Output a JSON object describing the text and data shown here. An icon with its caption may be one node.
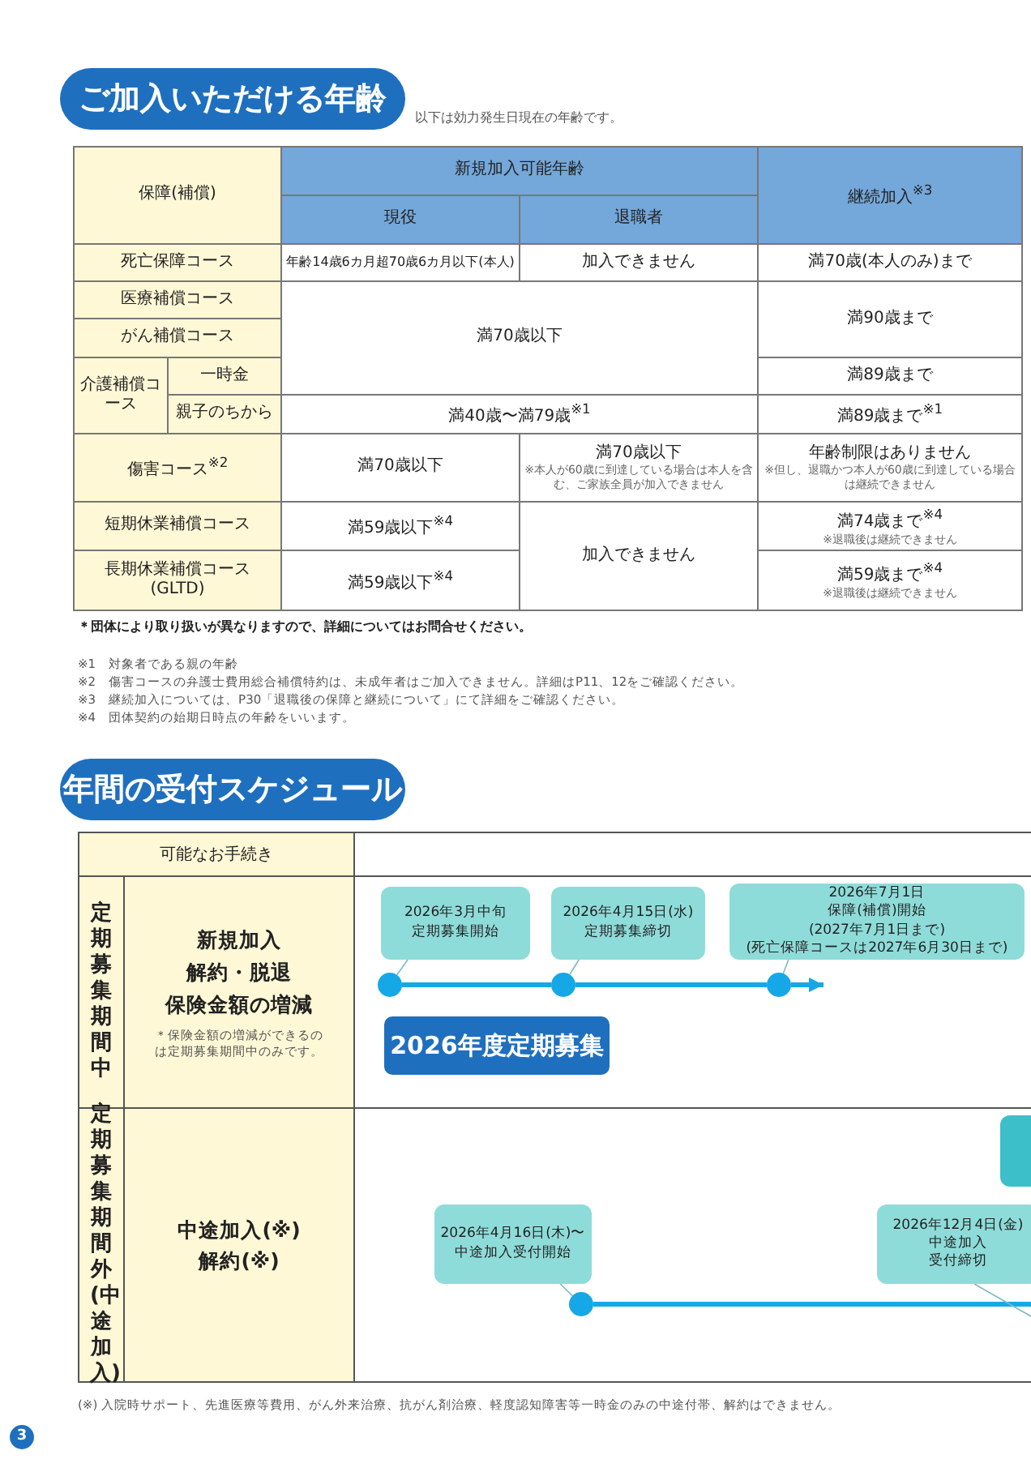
{
  "diagram": {
    "nodes": [
      {
        "text": [
          "ご加入いただける年齢"
        ],
        "beside": [
          "以下は効力発生日現在の年齢です。"
        ]
      },
      {
        "text": [
          "年間の受付スケジュール"
        ]
      },
      {
        "text": [
          "2026年3月中旬",
          "定期募集開始"
        ]
      },
      {
        "text": [
          "2026年4月15日(水)",
          "定期募集締切"
        ]
      },
      {
        "text": [
          "2026年7月1日",
          "保障(補償)開始",
          "(2027年7月1日まで)",
          "(死亡保障コースは2027年6月30日まで)"
        ]
      },
      {
        "text": [],
        "shape": "circle"
      },
      {
        "text": [],
        "shape": "circle"
      },
      {
        "text": [],
        "shape": "circle"
      },
      {
        "text": [
          "2026年度定期募集"
        ]
      },
      {
        "text": [],
        "shape": "box"
      },
      {
        "text": [
          "2026年4月16日(木)〜",
          "中途加入受付開始"
        ]
      },
      {
        "text": [
          "2026年12月4日(金)",
          "中途加入",
          "受付締切"
        ]
      },
      {
        "text": [],
        "shape": "circle"
      }
    ],
    "edges": [
      {
        "from": 2,
        "to": 5,
        "arrow": "none"
      },
      {
        "from": 3,
        "to": 6,
        "arrow": "none"
      },
      {
        "from": 4,
        "to": 7,
        "arrow": "none"
      },
      {
        "from": 5,
        "to": 6,
        "arrow": "none",
        "style": "thick",
        "color": "#16a8e6"
      },
      {
        "from": 6,
        "to": 7,
        "arrow": "none",
        "style": "thick",
        "color": "#16a8e6"
      },
      {
        "from": 7,
        "to": null,
        "arrow": "to",
        "style": "thick",
        "color": "#16a8e6"
      },
      {
        "from": 10,
        "to": 12,
        "arrow": "none"
      },
      {
        "from": 12,
        "to": null,
        "arrow": "none",
        "style": "thick",
        "color": "#16a8e6"
      },
      {
        "from": 11,
        "to": null,
        "arrow": "none"
      }
    ],
    "labels": [
      "保障(補償)",
      "新規加入可能年齢",
      "継続加入$^{※3}$",
      "現役",
      "退職者",
      "死亡保障コース",
      "年齢14歳6カ月超70歳6カ月以下(本人)",
      "加入できません",
      "満70歳(本人のみ)まで",
      "医療補償コース",
      "満70歳以下",
      "満90歳まで",
      "がん補償コース",
      "介護補償コース",
      "一時金",
      "満89歳まで",
      "親子のちから",
      "満40歳〜満79歳$^{※1}$",
      "満89歳まで$^{※1}$",
      "傷害コース$^{※2}$",
      "満70歳以下",
      "満70歳以下",
      "※本人が60歳に到達している場合は本人を含む、ご家族全員が加入できません",
      "年齢制限はありません",
      "※但し、退職かつ本人が60歳に到達している場合は継続できません",
      "短期休業補償コース",
      "満59歳以下$^{※4}$",
      "加入できません",
      "満74歳まで$^{※4}$",
      "※退職後は継続できません",
      "長期休業補償コース (GLTD)",
      "満59歳以下$^{※4}$",
      "満59歳まで$^{※4}$",
      "※退職後は継続できません",
      "＊団体により取り扱いが異なりますので、詳細についてはお問合せください。",
      "※1　対象者である親の年齢",
      "※2　傷害コースの弁護士費用総合補償特約は、未成年者はご加入できません。詳細はP11、12をご確認ください。",
      "※3　継続加入については、P30「退職後の保障と継続について」にて詳細をご確認ください。",
      "※4　団体契約の始期日時点の年齢をいいます。",
      "可能なお手続き",
      "定期募集期間中",
      "新規加入",
      "解約・脱退",
      "保険金額の増減",
      "＊保険金額の増減ができるのは定期募集期間中のみです。",
      "定期募集期間外(中途加入)",
      "中途加入(※)",
      "解約(※)",
      "(※) 入院時サポート、先進医療等費用、がん外来治療、抗がん剤治療、軽度認知障害等一時金のみの中途付帯、解約はできません。",
      "3"
    ]
  }
}
